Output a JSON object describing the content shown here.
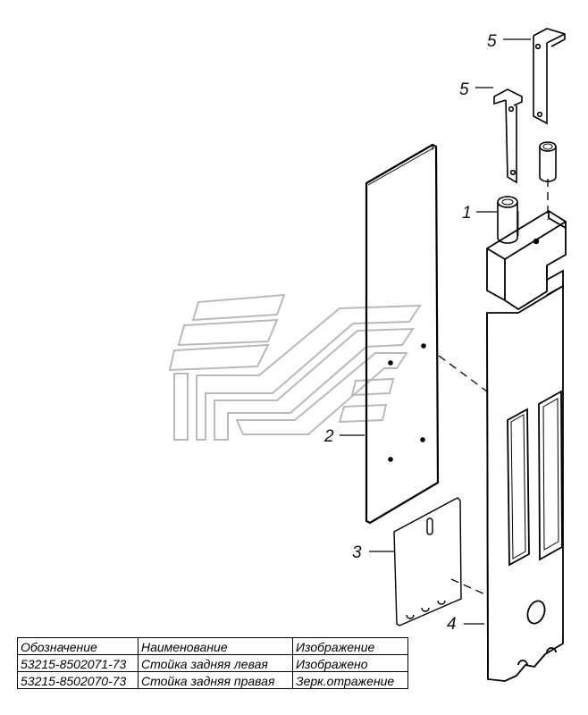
{
  "callouts": {
    "part_1": "1",
    "part_2": "2",
    "part_3": "3",
    "part_4": "4",
    "part_5_upper": "5",
    "part_5_lower": "5"
  },
  "table": {
    "headers": [
      "Обозначение",
      "Наименование",
      "Изображение"
    ],
    "rows": [
      [
        "53215-8502071-73",
        "Стойка задняя левая",
        "Изображено"
      ],
      [
        "53215-8502070-73",
        "Стойка задняя правая",
        "Зерк.отражение"
      ]
    ]
  },
  "colors": {
    "line": "#000000",
    "watermark": "#b9b9b9",
    "background": "#ffffff"
  }
}
